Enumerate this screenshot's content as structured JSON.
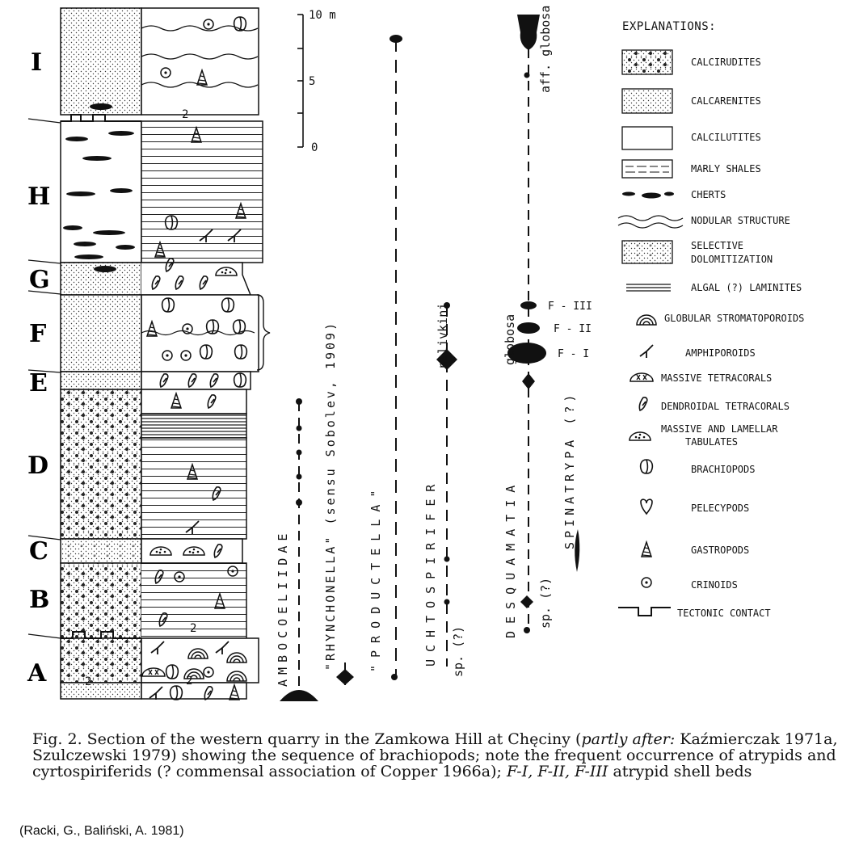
{
  "units": [
    "I",
    "H",
    "G",
    "F",
    "E",
    "D",
    "C",
    "B",
    "A"
  ],
  "scale": {
    "top": "10 m",
    "mid": "5",
    "bottom": "0"
  },
  "section_marks": {
    "gap_mark": "2"
  },
  "taxa": {
    "ambocoeliidae": "AMBOCOELIIDAE",
    "rhynchonella": "\"RHYNCHONELLA\" (sensu Sobolev, 1909)",
    "productella": "\"PRODUCTELLA\"",
    "uchtospirifer": "UCHTOSPIRIFER",
    "uchtospirifer_sp": "sp. (?)",
    "uchtospirifer_sub": "nalivkini",
    "desquamatia": "DESQUAMATIA",
    "desquamatia_sp": "sp. (?)",
    "desquamatia_aff": "aff. globosa",
    "desquamatia_globosa": "globosa",
    "spinatrypa": "SPINATRYPA (?)"
  },
  "shell_beds": [
    "F - III",
    "F - II",
    "F - I"
  ],
  "legend": {
    "title": "EXPLANATIONS:",
    "items": [
      "CALCIRUDITES",
      "CALCARENITES",
      "CALCILUTITES",
      "MARLY SHALES",
      "CHERTS",
      "NODULAR STRUCTURE",
      "SELECTIVE",
      "DOLOMITIZATION",
      "ALGAL (?) LAMINITES",
      "GLOBULAR STROMATOPOROIDS",
      "AMPHIPOROIDS",
      "MASSIVE TETRACORALS",
      "DENDROIDAL TETRACORALS",
      "MASSIVE AND LAMELLAR",
      "TABULATES",
      "BRACHIOPODS",
      "PELECYPODS",
      "GASTROPODS",
      "CRINOIDS",
      "TECTONIC CONTACT"
    ]
  },
  "caption": {
    "part1": "Fig. 2. Section of the western quarry in the Zamkowa Hill at Chęciny (",
    "part1_italic": "partly after:",
    "part2": " Kaźmierczak 1971a, Szulczewski 1979) showing the sequence of brachiopods; note the frequent occurrence of atrypids and cyrtospiriferids (? commensal association of Copper 1966a); ",
    "part2_italic": "F-I, F-II, F-III",
    "part3": " atrypid shell beds"
  },
  "source": "(Racki, G., Baliński, A. 1981)"
}
